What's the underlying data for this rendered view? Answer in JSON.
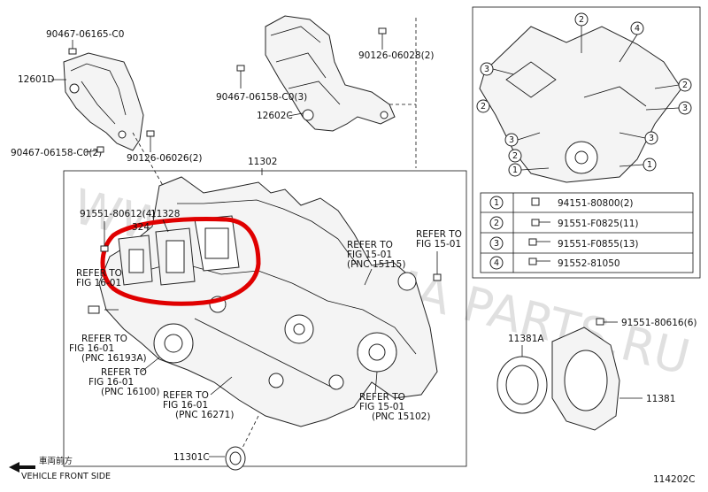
{
  "parts": {
    "p1": "90467-06165-C0",
    "p2": "12601D",
    "p3": "90467-06158-C0(2)",
    "p4": "90126-06026(2)",
    "p5": "90467-06158-C0(3)",
    "p6": "90126-06028(2)",
    "p7": "12602C",
    "p8": "11302",
    "p9": "91551-80612(4)",
    "p10": "11328",
    "p11": "324",
    "p12": "11301C",
    "p13": "11381A",
    "p14": "11381",
    "p15": "91551-80616(6)"
  },
  "refs": {
    "r1": [
      "REFER TO",
      "FIG 16-01"
    ],
    "r2": [
      "REFER TO",
      "FIG 16-01",
      "(PNC 16193A)"
    ],
    "r3": [
      "REFER TO",
      "FIG 16-01",
      "(PNC 16100)"
    ],
    "r4": [
      "REFER TO",
      "FIG 16-01",
      "(PNC 16271)"
    ],
    "r5": [
      "REFER TO",
      "FIG 15-01",
      "(PNC 15115)"
    ],
    "r6": [
      "REFER TO",
      "FIG 15-01"
    ],
    "r7": [
      "REFER TO",
      "FIG 15-01",
      "(PNC 15102)"
    ]
  },
  "legend": [
    {
      "num": "1",
      "part": "94151-80800(2)"
    },
    {
      "num": "2",
      "part": "91551-F0825(11)"
    },
    {
      "num": "3",
      "part": "91551-F0855(13)"
    },
    {
      "num": "4",
      "part": "91552-81050"
    }
  ],
  "inset_callouts": [
    "1",
    "2",
    "3",
    "4"
  ],
  "direction_jp": "車両前方",
  "direction_en": "VEHICLE FRONT SIDE",
  "diagram_code": "114202C",
  "watermark": "WWW.AMAYAMA PARTS.RU",
  "highlight_color": "#e00000"
}
